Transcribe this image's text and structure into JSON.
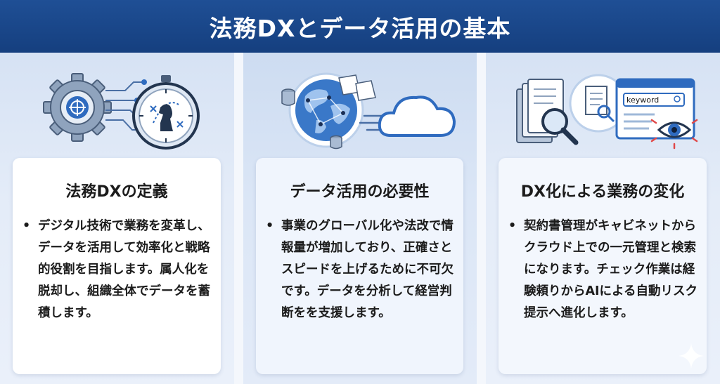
{
  "header": {
    "title": "法務DXとデータ活用の基本"
  },
  "columns": [
    {
      "title": "法務DXの定義",
      "body": "デジタル技術で業務を変革し、データを活用して効率化と戦略的役割を目指します。属人化を脱却し、組織全体でデータを蓄積します。"
    },
    {
      "title": "データ活用の必要性",
      "body": "事業のグローバル化や法改で情報量が増加しており、正確さとスピードを上げるために不可欠です。データを分析して経営判断をを支援します。"
    },
    {
      "title": "DX化による業務の変化",
      "body": "契約書管理がキャビネットからクラウド上での一元管理と検索になります。チェック作業は経験頼りからAIによる自動リスク提示へ進化します。"
    }
  ],
  "illustrations": {
    "search_box_text": "keyword",
    "icons": [
      "gear-icon",
      "compass-icon",
      "chess-knight-icon",
      "globe-icon",
      "database-icon",
      "document-icon",
      "cloud-icon",
      "folder-icon",
      "magnifier-icon",
      "browser-window-icon",
      "eye-icon",
      "sparkle-icon"
    ]
  },
  "colors": {
    "header_bg": "#1a4a8c",
    "accent": "#2f6bbf",
    "text": "#1b1b1b"
  }
}
